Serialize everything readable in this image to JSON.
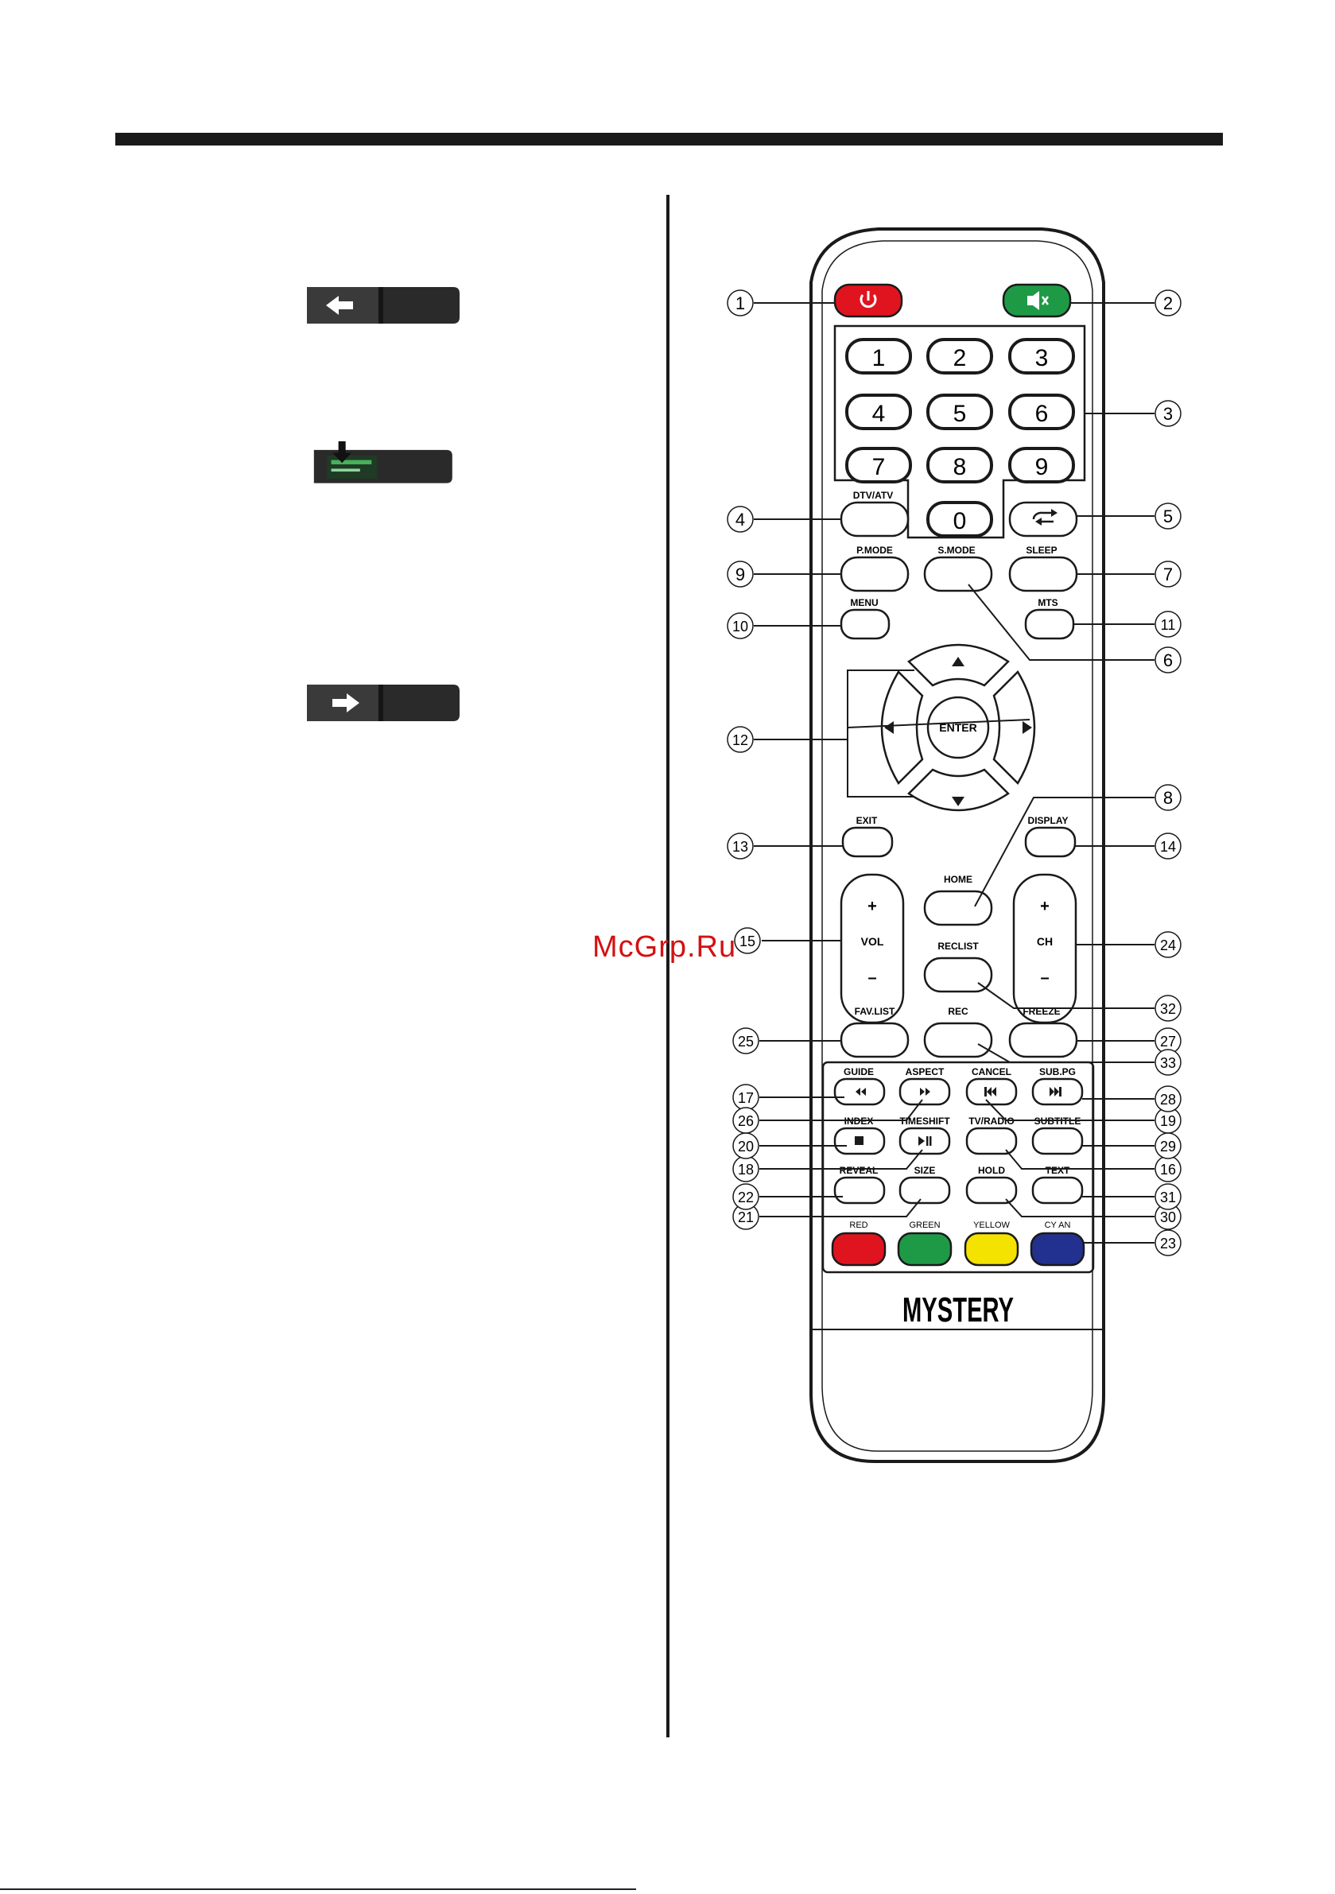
{
  "watermark": "McGrp.Ru",
  "brand": "MYSTERY",
  "colors": {
    "power": "#e0141e",
    "mute": "#1e9a46",
    "red": "#e0141e",
    "green": "#1e9a46",
    "yellow": "#f4e200",
    "cyan": "#22318f",
    "watermark": "#d41111"
  },
  "battery_steps": [
    {
      "icon": "arrow-left-icon"
    },
    {
      "icon": "arrow-down-icon"
    },
    {
      "icon": "arrow-right-icon"
    }
  ],
  "icons": {
    "power": "power-icon",
    "mute": "mute-icon",
    "recall": "recall-icon",
    "up": "up-arrow-icon",
    "down": "down-arrow-icon",
    "left": "left-arrow-icon",
    "right": "right-arrow-icon",
    "rewind": "rewind-icon",
    "fast_forward": "fast-forward-icon",
    "previous": "previous-icon",
    "next": "next-icon",
    "stop": "stop-icon",
    "play_pause": "play-pause-icon"
  },
  "digits": [
    "1",
    "2",
    "3",
    "4",
    "5",
    "6",
    "7",
    "8",
    "9",
    "0"
  ],
  "labels": {
    "dtv_atv": "DTV/ATV",
    "p_mode": "P.MODE",
    "s_mode": "S.MODE",
    "sleep": "SLEEP",
    "menu": "MENU",
    "mts": "MTS",
    "enter": "ENTER",
    "exit": "EXIT",
    "display": "DISPLAY",
    "home": "HOME",
    "vol": "VOL",
    "ch": "CH",
    "plus": "+",
    "minus": "–",
    "reclist": "RECLIST",
    "fav_list": "FAV.LIST",
    "rec": "REC",
    "freeze": "FREEZE",
    "guide": "GUIDE",
    "aspect": "ASPECT",
    "cancel": "CANCEL",
    "sub_pg": "SUB.PG",
    "index": "INDEX",
    "timeshift": "TIMESHIFT",
    "tv_radio": "TV/RADIO",
    "subtitle": "SUBTITLE",
    "reveal": "REVEAL",
    "size": "SIZE",
    "hold": "HOLD",
    "text": "TEXT",
    "red": "RED",
    "green": "GREEN",
    "yellow": "YELLOW",
    "cyan": "CY AN"
  },
  "callouts": [
    "1",
    "2",
    "3",
    "4",
    "5",
    "6",
    "7",
    "8",
    "9",
    "10",
    "11",
    "12",
    "13",
    "14",
    "15",
    "16",
    "17",
    "18",
    "19",
    "20",
    "21",
    "22",
    "23",
    "24",
    "25",
    "26",
    "27",
    "28",
    "29",
    "30",
    "31",
    "32",
    "33"
  ]
}
